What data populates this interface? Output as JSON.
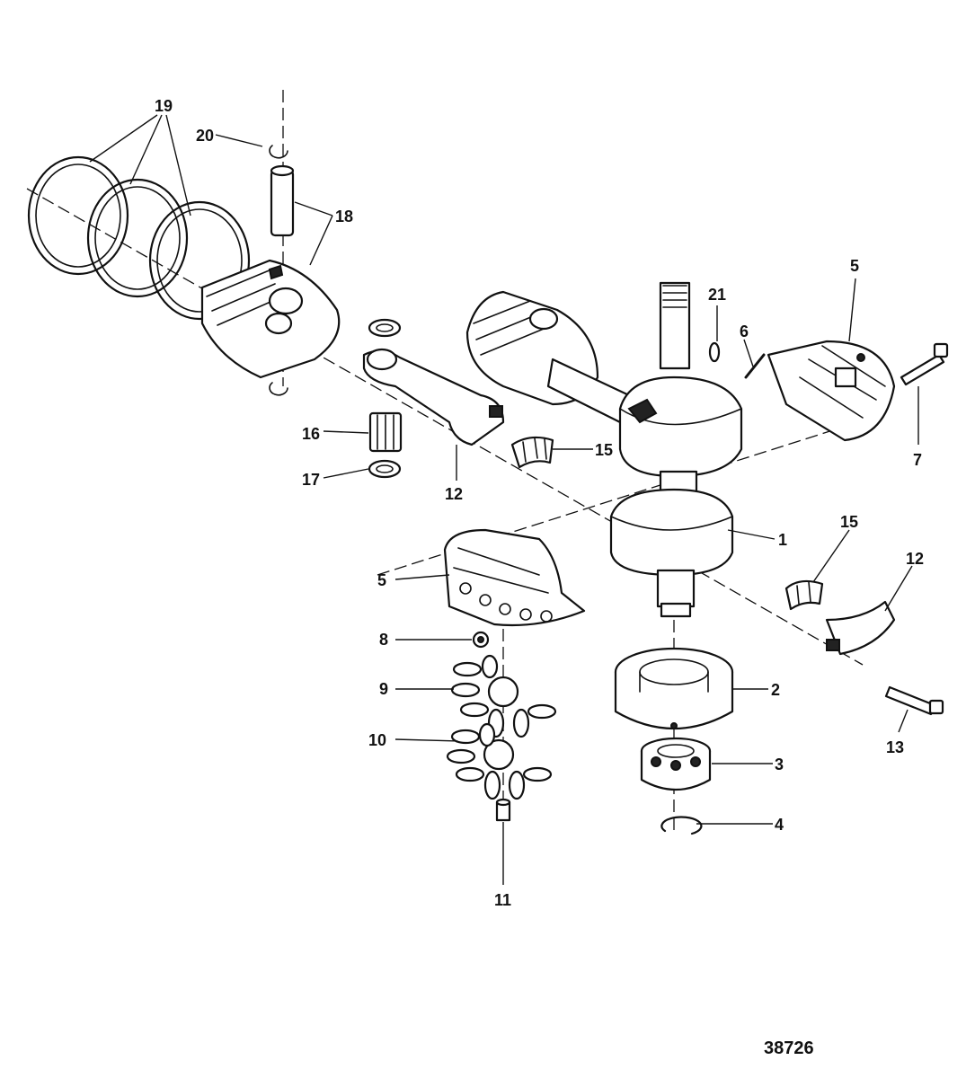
{
  "callouts": {
    "c1": "1",
    "c2": "2",
    "c3": "3",
    "c4": "4",
    "c5a": "5",
    "c5b": "5",
    "c6": "6",
    "c7": "7",
    "c8": "8",
    "c9": "9",
    "c10": "10",
    "c11": "11",
    "c12a": "12",
    "c12b": "12",
    "c13": "13",
    "c15a": "15",
    "c15b": "15",
    "c16": "16",
    "c17": "17",
    "c18": "18",
    "c19": "19",
    "c20": "20",
    "c21": "21"
  },
  "figure_number": "38726",
  "colors": {
    "ink": "#111111",
    "paper": "#ffffff"
  }
}
